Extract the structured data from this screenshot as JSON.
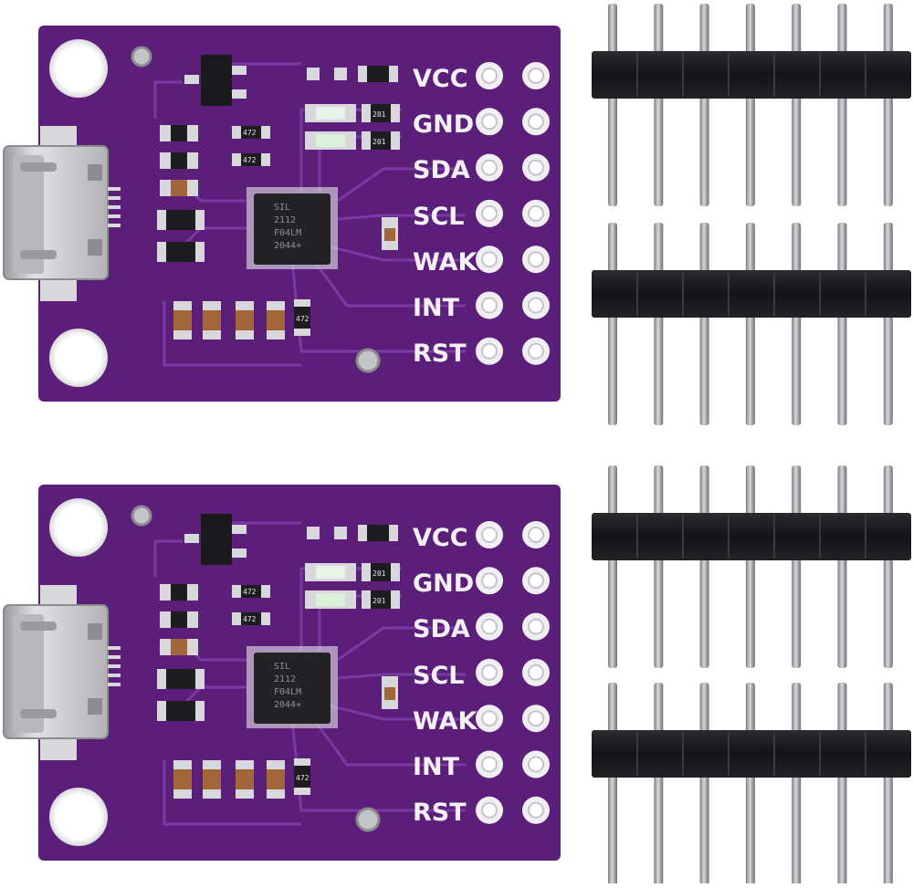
{
  "colors": {
    "pcb": "#5b1f7a",
    "pcb_light": "#6e2b91",
    "trace": "#7a3aa3",
    "silk": "#f4f0f6",
    "pad": "#d7d7dc",
    "header_plastic": "#1b1b1d",
    "pin_metal": "#a8a8ad",
    "usb_metal": "#c9c9cc"
  },
  "boards": [
    {
      "pin_labels": [
        "VCC",
        "GND",
        "SDA",
        "SCL",
        "WAK",
        "INT",
        "RST"
      ],
      "chip_marking": [
        "SIL",
        "2112",
        "F04LM",
        "2044+"
      ],
      "resistor_codes": [
        "472",
        "472",
        "201",
        "201",
        "472"
      ],
      "connector_icon": "micro-usb-connector"
    },
    {
      "pin_labels": [
        "VCC",
        "GND",
        "SDA",
        "SCL",
        "WAK",
        "INT",
        "RST"
      ],
      "chip_marking": [
        "SIL",
        "2112",
        "F04LM",
        "2044+"
      ],
      "resistor_codes": [
        "472",
        "472",
        "201",
        "201",
        "472"
      ],
      "connector_icon": "micro-usb-connector"
    }
  ],
  "headers": {
    "count": 4,
    "pins_per_header": 7
  }
}
